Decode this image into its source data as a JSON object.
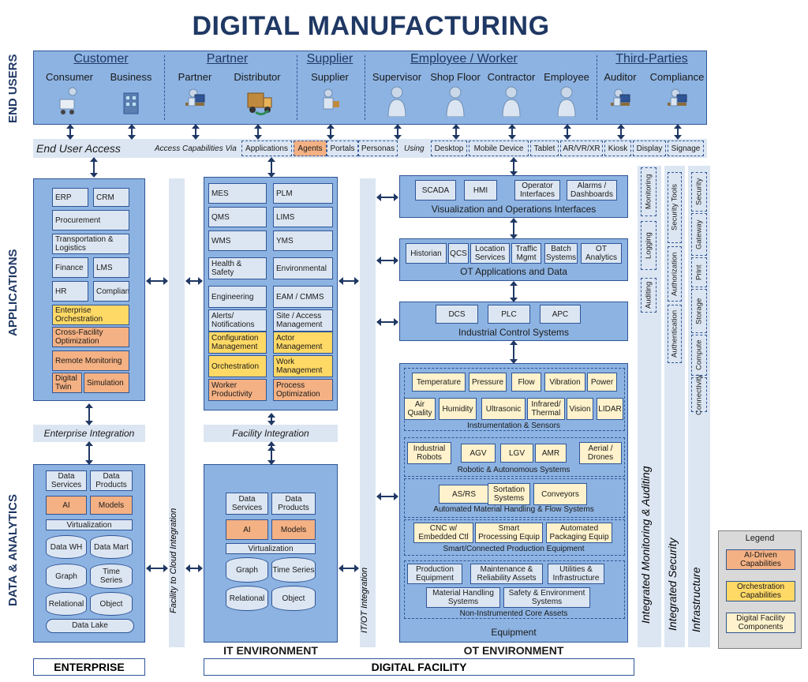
{
  "title": "DIGITAL MANUFACTURING",
  "row_labels": {
    "end_users": "END USERS",
    "applications": "APPLICATIONS",
    "data_analytics": "DATA & ANALYTICS"
  },
  "end_users": {
    "groups": [
      "Customer",
      "Partner",
      "Supplier",
      "Employee / Worker",
      "Third-Parties"
    ],
    "users": [
      "Consumer",
      "Business",
      "Partner",
      "Distributor",
      "Supplier",
      "Supervisor",
      "Shop Floor",
      "Contractor",
      "Employee",
      "Auditor",
      "Compliance"
    ]
  },
  "access": {
    "label": "End User Access",
    "via": "Access Capabilities Via",
    "using": "Using",
    "channels": [
      "Applications",
      "Agents",
      "Portals",
      "Personas"
    ],
    "devices": [
      "Desktop",
      "Mobile Device",
      "Tablet",
      "AR/VR/XR",
      "Kiosk",
      "Display",
      "Signage"
    ]
  },
  "enterprise_apps": {
    "items": [
      "ERP",
      "CRM",
      "Procurement",
      "Transportation & Logistics",
      "Finance",
      "LMS",
      "HR",
      "Compliance",
      "Enterprise Orchestration",
      "Cross-Facility Optimization",
      "Remote Monitoring",
      "Digital Twin",
      "Simulation"
    ]
  },
  "enterprise_integration": "Enterprise Integration",
  "enterprise_data": {
    "items": [
      "Data Services",
      "Data Products",
      "AI",
      "Models",
      "Virtualization",
      "Data WH",
      "Data Mart",
      "Graph",
      "Time Series",
      "Relational",
      "Object",
      "Data Lake"
    ]
  },
  "facility_cloud_integration": "Facility to Cloud Integration",
  "it_apps": {
    "items": [
      "MES",
      "PLM",
      "QMS",
      "LIMS",
      "WMS",
      "YMS",
      "Health & Safety",
      "Environmental",
      "Engineering",
      "EAM / CMMS",
      "Alerts/ Notifications",
      "Site / Access Management",
      "Configuration Management",
      "Actor Management",
      "Orchestration",
      "Work Management",
      "Worker Productivity",
      "Process Optimization"
    ]
  },
  "facility_integration": "Facility Integration",
  "it_data": {
    "items": [
      "Data Services",
      "Data Products",
      "AI",
      "Models",
      "Virtualization",
      "Graph",
      "Time Series",
      "Relational",
      "Object"
    ]
  },
  "it_ot_integration": "IT/OT Integration",
  "ot": {
    "visualization": {
      "title": "Visualization and Operations Interfaces",
      "items": [
        "SCADA",
        "HMI",
        "Operator Interfaces",
        "Alarms / Dashboards"
      ]
    },
    "applications": {
      "title": "OT Applications and Data",
      "items": [
        "Historian",
        "QCS",
        "Location Services",
        "Traffic Mgmt",
        "Batch Systems",
        "OT Analytics"
      ]
    },
    "control": {
      "title": "Industrial Control Systems",
      "items": [
        "DCS",
        "PLC",
        "APC"
      ]
    },
    "instrumentation": {
      "title": "Instrumentation & Sensors",
      "items": [
        "Temperature",
        "Pressure",
        "Flow",
        "Vibration",
        "Power",
        "Air Quality",
        "Humidity",
        "Ultrasonic",
        "Infrared/ Thermal",
        "Vision",
        "LIDAR"
      ]
    },
    "robotic": {
      "title": "Robotic & Autonomous Systems",
      "items": [
        "Industrial Robots",
        "AGV",
        "LGV",
        "AMR",
        "Aerial / Drones"
      ]
    },
    "material": {
      "title": "Automated Material Handling & Flow Systems",
      "items": [
        "AS/RS",
        "Sortation Systems",
        "Conveyors"
      ]
    },
    "production": {
      "title": "Smart/Connected Production Equipment",
      "items": [
        "CNC w/ Embedded Ctl",
        "Smart Processing Equip",
        "Automated Packaging Equip"
      ]
    },
    "core": {
      "title": "Non-Instrumented Core Assets",
      "items": [
        "Production Equipment",
        "Maintenance & Reliability Assets",
        "Utilities & Infrastructure",
        "Material Handling Systems",
        "Safety & Environment Systems"
      ]
    },
    "equipment": "Equipment"
  },
  "monitoring": {
    "label": "Integrated Monitoring & Auditing",
    "items": [
      "Monitoring",
      "Logging",
      "Auditing"
    ]
  },
  "security": {
    "label": "Integrated Security",
    "items": [
      "Security Tools",
      "Authorization",
      "Authentication"
    ]
  },
  "infrastructure": {
    "label": "Infrastructure",
    "items": [
      "Security",
      "Gateway",
      "Print",
      "Storage",
      "Compute",
      "Connectivity"
    ]
  },
  "legend": {
    "title": "Legend",
    "items": [
      "AI-Driven Capabilities",
      "Orchestration Capabilities",
      "Digital Facility Components"
    ]
  },
  "footers": {
    "enterprise": "ENTERPRISE",
    "it_environment": "IT ENVIRONMENT",
    "ot_environment": "OT ENVIRONMENT",
    "digital_facility": "DIGITAL FACILITY"
  },
  "colors": {
    "panel": "#8db3e2",
    "box": "#dce6f2",
    "ai": "#f4b183",
    "orchestration": "#ffd966",
    "component": "#fff2cc",
    "title": "#1f3864"
  }
}
